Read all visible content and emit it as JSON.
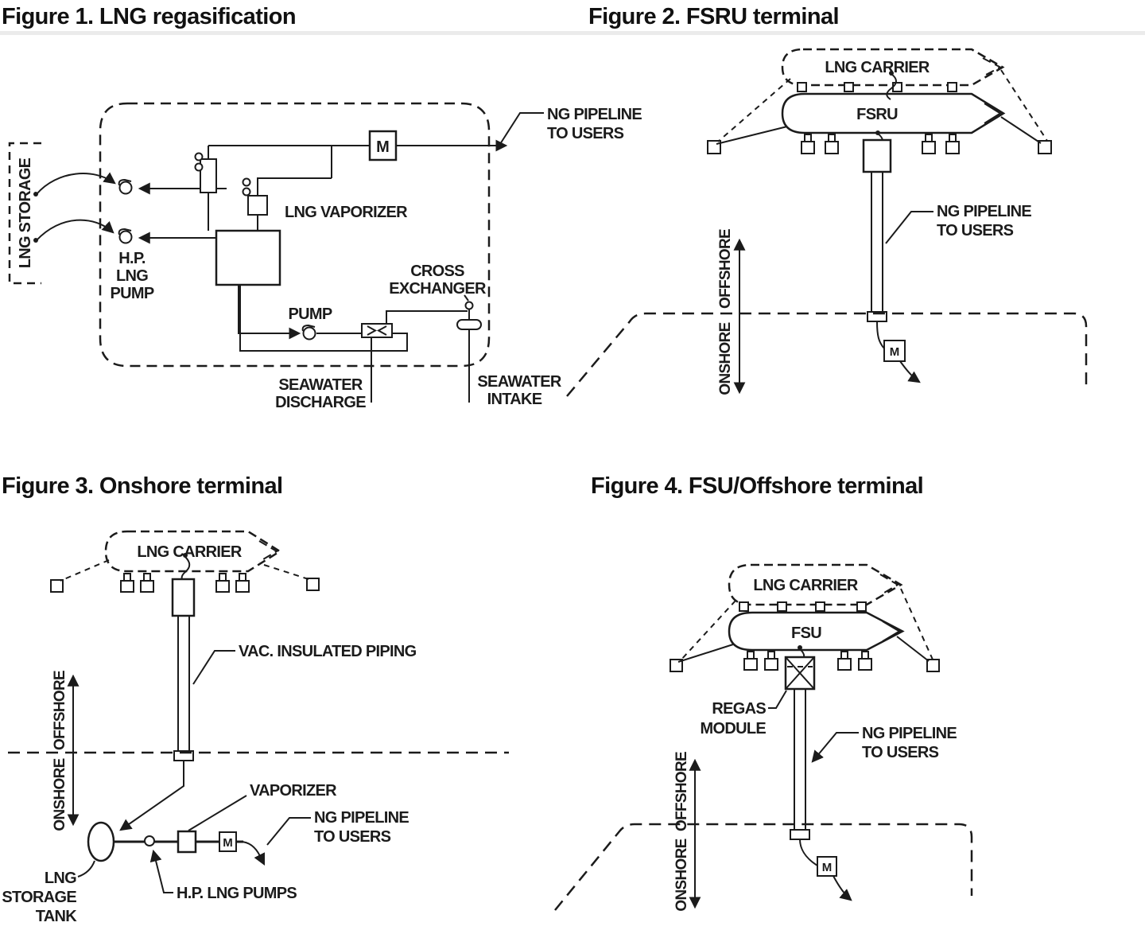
{
  "colors": {
    "background": "#ffffff",
    "line": "#1b1b1b",
    "divider": "#ebebeb"
  },
  "figures": {
    "fig1": {
      "title": "Figure 1. LNG regasification",
      "labels": {
        "lng_storage": "LNG STORAGE",
        "hp_lng_pump": [
          "H.P.",
          "LNG",
          "PUMP"
        ],
        "lng_vaporizer": "LNG VAPORIZER",
        "pump": "PUMP",
        "cross_exchanger": [
          "CROSS",
          "EXCHANGER"
        ],
        "seawater_discharge": [
          "SEAWATER",
          "DISCHARGE"
        ],
        "seawater_intake": [
          "SEAWATER",
          "INTAKE"
        ],
        "ng_pipeline_to_users": [
          "NG PIPELINE",
          "TO USERS"
        ],
        "meter": "M"
      }
    },
    "fig2": {
      "title": "Figure 2. FSRU terminal",
      "labels": {
        "lng_carrier": "LNG CARRIER",
        "fsru": "FSRU",
        "ng_pipeline_to_users": [
          "NG PIPELINE",
          "TO USERS"
        ],
        "offshore": "OFFSHORE",
        "onshore": "ONSHORE",
        "meter": "M"
      }
    },
    "fig3": {
      "title": "Figure 3. Onshore terminal",
      "labels": {
        "lng_carrier": "LNG CARRIER",
        "vac_insulated_piping": "VAC. INSULATED PIPING",
        "offshore": "OFFSHORE",
        "onshore": "ONSHORE",
        "vaporizer": "VAPORIZER",
        "ng_pipeline_to_users": [
          "NG PIPELINE",
          "TO USERS"
        ],
        "hp_lng_pumps": "H.P. LNG PUMPS",
        "lng_storage_tank": [
          "LNG",
          "STORAGE",
          "TANK"
        ],
        "meter": "M"
      }
    },
    "fig4": {
      "title": "Figure 4. FSU/Offshore terminal",
      "labels": {
        "lng_carrier": "LNG CARRIER",
        "fsu": "FSU",
        "regas_module": [
          "REGAS",
          "MODULE"
        ],
        "ng_pipeline_to_users": [
          "NG PIPELINE",
          "TO USERS"
        ],
        "offshore": "OFFSHORE",
        "onshore": "ONSHORE",
        "meter": "M"
      }
    }
  }
}
